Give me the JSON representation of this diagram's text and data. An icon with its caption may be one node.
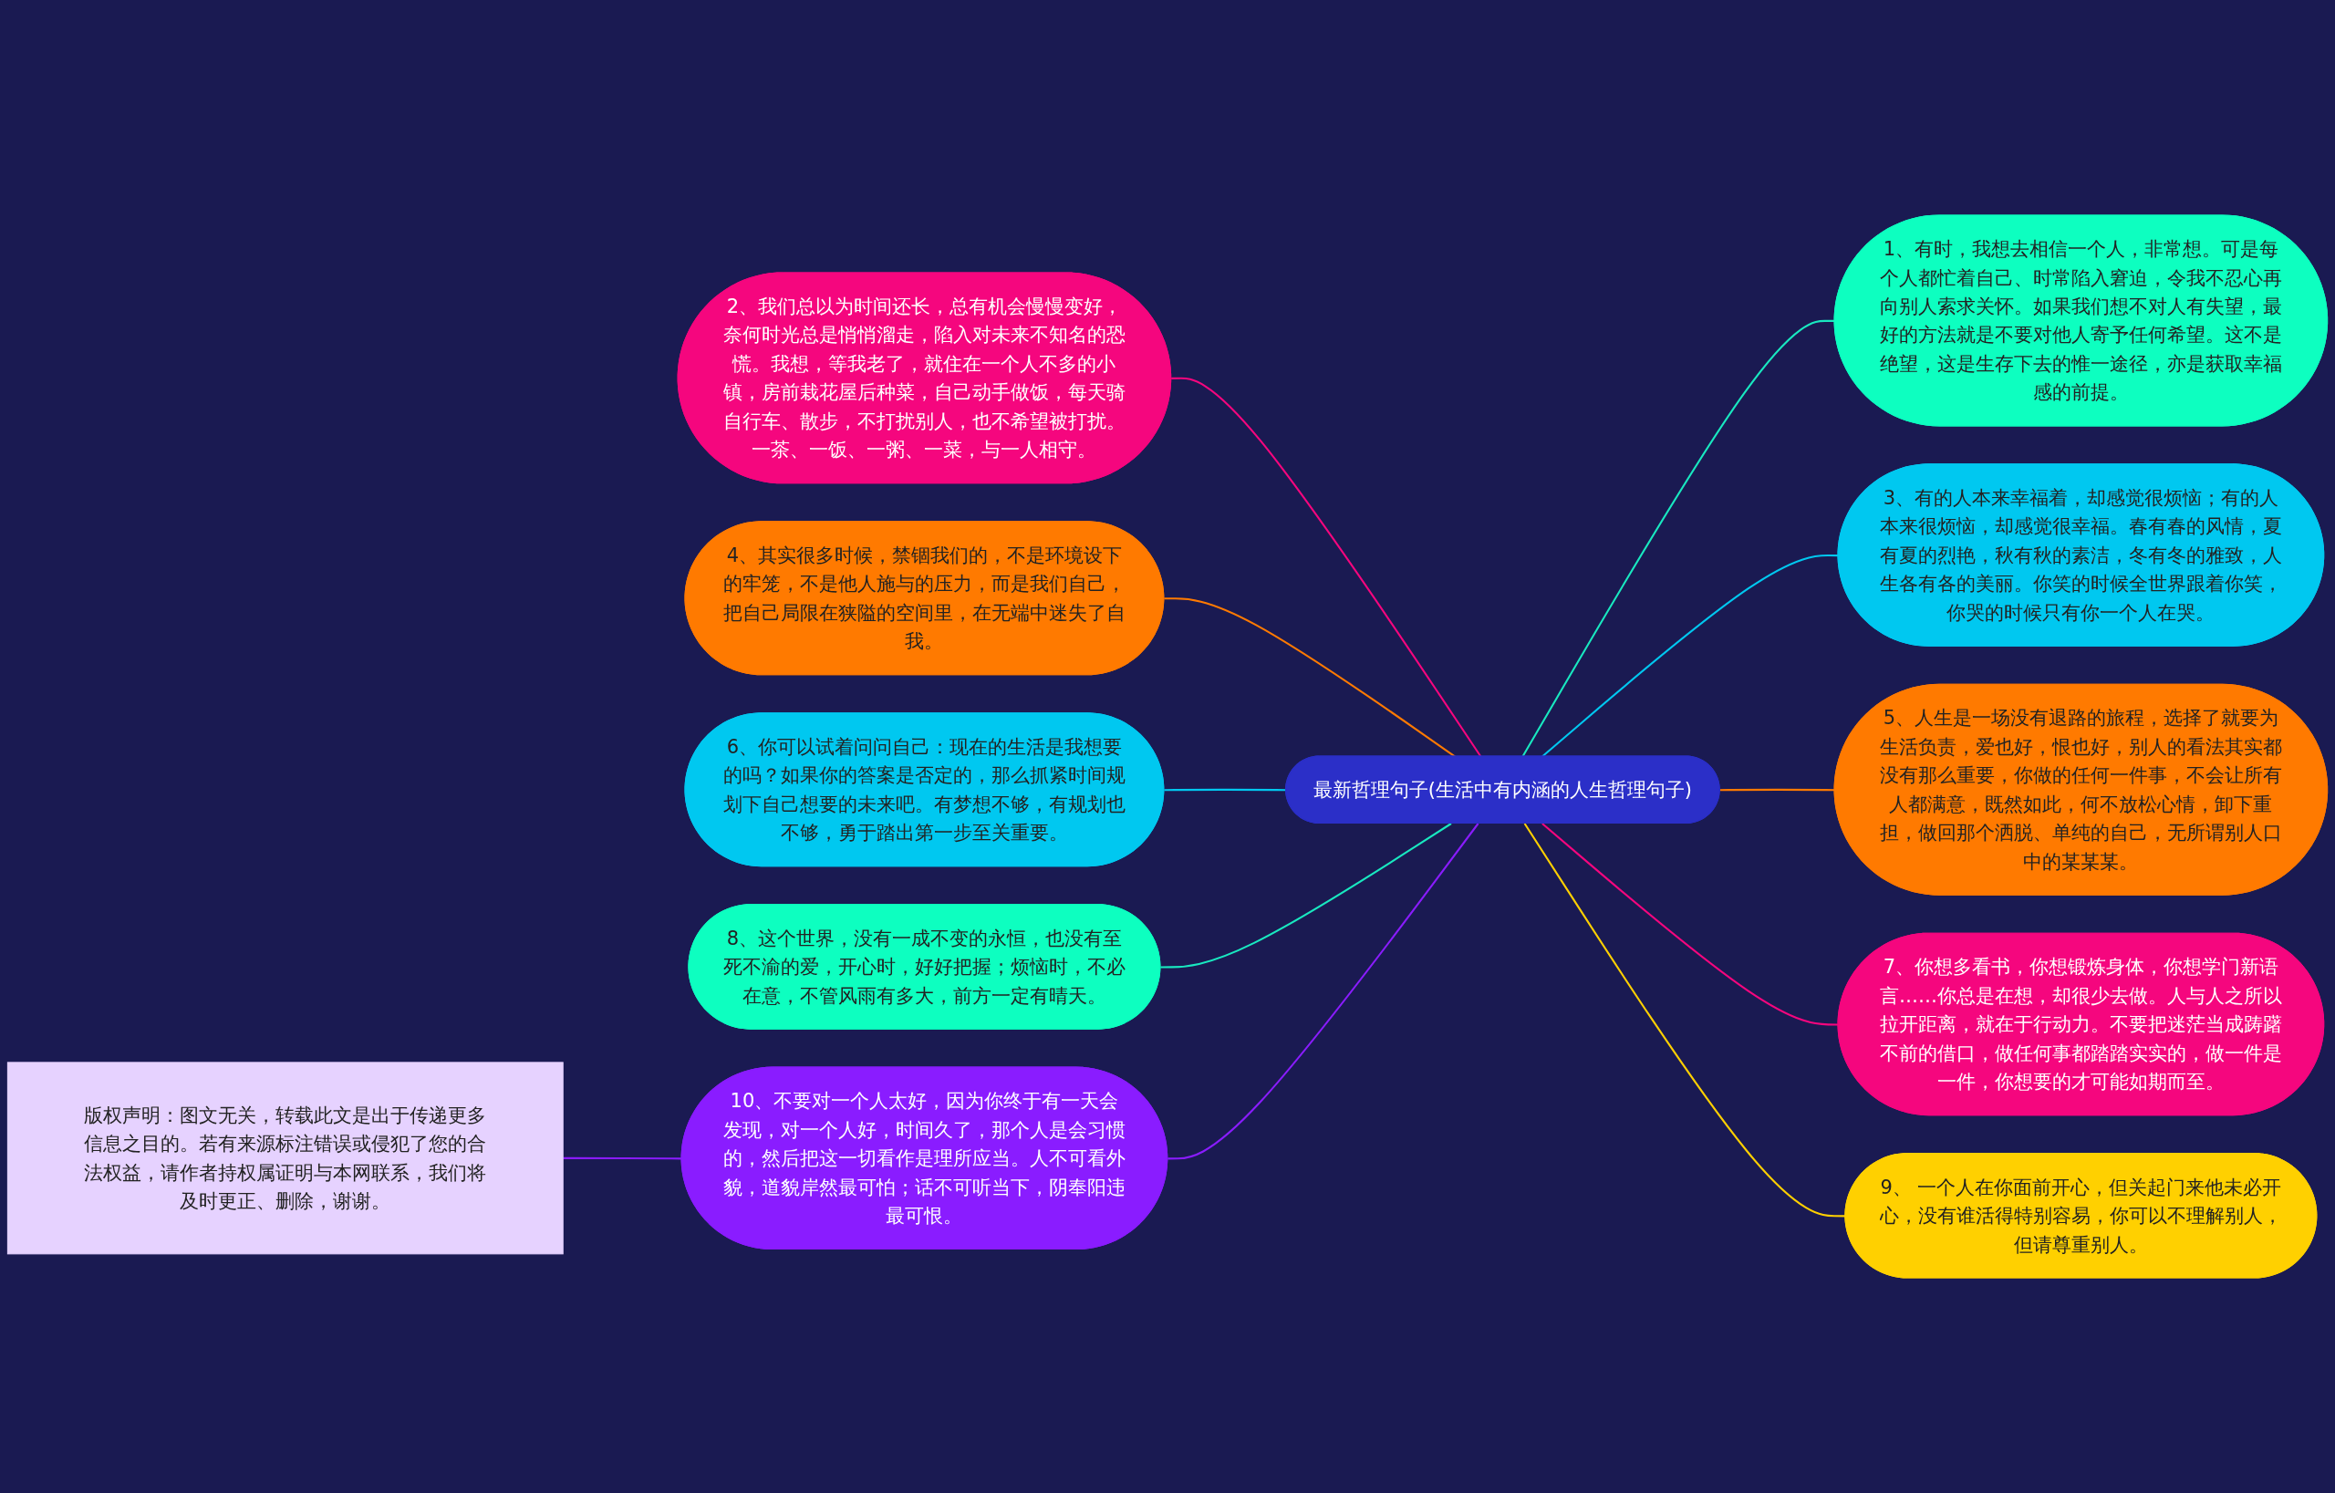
{
  "diagram": {
    "nodes": [
      {
        "text": [
          "最新哲理句子(生活中有内涵的人生哲理句子)"
        ]
      },
      {
        "text": [
          "1、有时，我想去相信一个人，非常想。可是每个人都忙着自己、时常陷入窘迫，令我不忍心再向别人索求关怀。如果我们想不对人有失望，最好的方法就是不要对他人寄予任何希望。这不是绝望，这是生存下去的惟一途径，亦是获取幸福感的前提。"
        ]
      },
      {
        "text": [
          "2、我们总以为时间还长，总有机会慢慢变好，奈何时光总是悄悄溜走，陷入对未来不知名的恐慌。我想，等我老了，就住在一个人不多的小镇，房前栽花屋后种菜，自己动手做饭，每天骑自行车、散步，不打扰别人，也不希望被打扰。一茶、一饭、一粥、一菜，与一人相守。"
        ]
      },
      {
        "text": [
          "3、有的人本来幸福着，却感觉很烦恼；有的人本来很烦恼，却感觉很幸福。春有春的风情，夏有夏的烈艳，秋有秋的素洁，冬有冬的雅致，人生各有各的美丽。你笑的时候全世界跟着你笑，你哭的时候只有你一个人在哭。"
        ]
      },
      {
        "text": [
          "4、其实很多时候，禁锢我们的，不是环境设下的牢笼，不是他人施与的压力，而是我们自己，把自己局限在狭隘的空间里，在无端中迷失了自我。"
        ]
      },
      {
        "text": [
          "5、人生是一场没有退路的旅程，选择了就要为生活负责，爱也好，恨也好，别人的看法其实都没有那么重要，你做的任何一件事，不会让所有人都满意，既然如此，何不放松心情，卸下重担，做回那个洒脱、单纯的自己，无所谓别人口中的某某某。"
        ]
      },
      {
        "text": [
          "6、你可以试着问问自己：现在的生活是我想要的吗？如果你的答案是否定的，那么抓紧时间规划下自己想要的未来吧。有梦想不够，有规划也不够，勇于踏出第一步至关重要。"
        ]
      },
      {
        "text": [
          "7、你想多看书，你想锻炼身体，你想学门新语言……你总是在想，却很少去做。人与人之所以拉开距离，就在于行动力。不要把迷茫当成踌躇不前的借口，做任何事都踏踏实实的，做一件是一件，你想要的才可能如期而至。"
        ]
      },
      {
        "text": [
          "8、这个世界，没有一成不变的永恒，也没有至死不渝的爱，开心时，好好把握；烦恼时，不必在意，不管风雨有多大，前方一定有晴天。"
        ]
      },
      {
        "text": [
          "9、 一个人在你面前开心，但关起门来他未必开心，没有谁活得特别容易，你可以不理解别人，但请尊重别人。"
        ]
      },
      {
        "text": [
          "10、不要对一个人太好，因为你终于有一天会发现，对一个人好，时间久了，那个人是会习惯的，然后把这一切看作是理所应当。人不可看外貌，道貌岸然最可怕；话不可听当下，阴奉阳违最可恨。"
        ]
      },
      {
        "text": [
          "版权声明：图文无关，转载此文是出于传递更多信息之目的。若有来源标注错误或侵犯了您的合法权益，请作者持权属证明与本网联系，我们将及时更正、删除，谢谢。"
        ]
      }
    ],
    "edges": [
      {
        "from": 0,
        "to": 1,
        "arrow": "none",
        "color": "#19e8c0"
      },
      {
        "from": 2,
        "to": 0,
        "arrow": "none",
        "color": "#f5067e"
      },
      {
        "from": 0,
        "to": 3,
        "arrow": "none",
        "color": "#00c8f0"
      },
      {
        "from": 4,
        "to": 0,
        "arrow": "none",
        "color": "#ff7a00"
      },
      {
        "from": 0,
        "to": 5,
        "arrow": "none",
        "color": "#ff7a00"
      },
      {
        "from": 6,
        "to": 0,
        "arrow": "none",
        "color": "#00c8f0"
      },
      {
        "from": 0,
        "to": 7,
        "arrow": "none",
        "color": "#f5067e"
      },
      {
        "from": 8,
        "to": 0,
        "arrow": "none",
        "color": "#19e8c0"
      },
      {
        "from": 0,
        "to": 9,
        "arrow": "none",
        "color": "#ffd000"
      },
      {
        "from": 10,
        "to": 0,
        "arrow": "none",
        "color": "#8a1cff"
      },
      {
        "from": 11,
        "to": 10,
        "arrow": "none",
        "color": "#8a1cff"
      }
    ]
  }
}
